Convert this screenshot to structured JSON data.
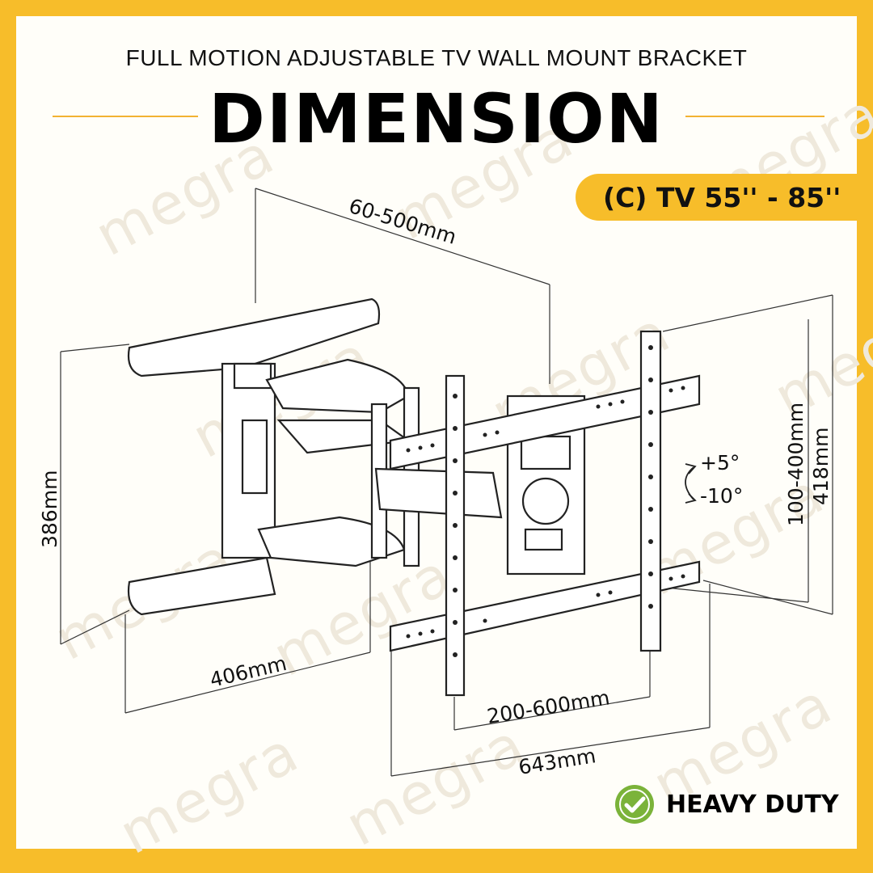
{
  "header": {
    "subtitle": "FULL MOTION ADJUSTABLE TV WALL MOUNT BRACKET",
    "title": "DIMENSION"
  },
  "badge": {
    "label": "(C) TV 55'' - 85''"
  },
  "dimensions": {
    "arm_extension": "60-500mm",
    "wall_plate_height": "386mm",
    "wall_plate_width": "406mm",
    "vesa_height": "100-400mm",
    "overall_height": "418mm",
    "vesa_width": "200-600mm",
    "overall_width": "643mm",
    "tilt_up": "+5°",
    "tilt_down": "-10°"
  },
  "footer": {
    "heavy_duty": "HEAVY DUTY"
  },
  "watermark": {
    "text": "megra"
  },
  "colors": {
    "border": "#f7bd2a",
    "accent_line": "#f2b233",
    "check": "#7bb33a",
    "background": "#fffef9"
  }
}
